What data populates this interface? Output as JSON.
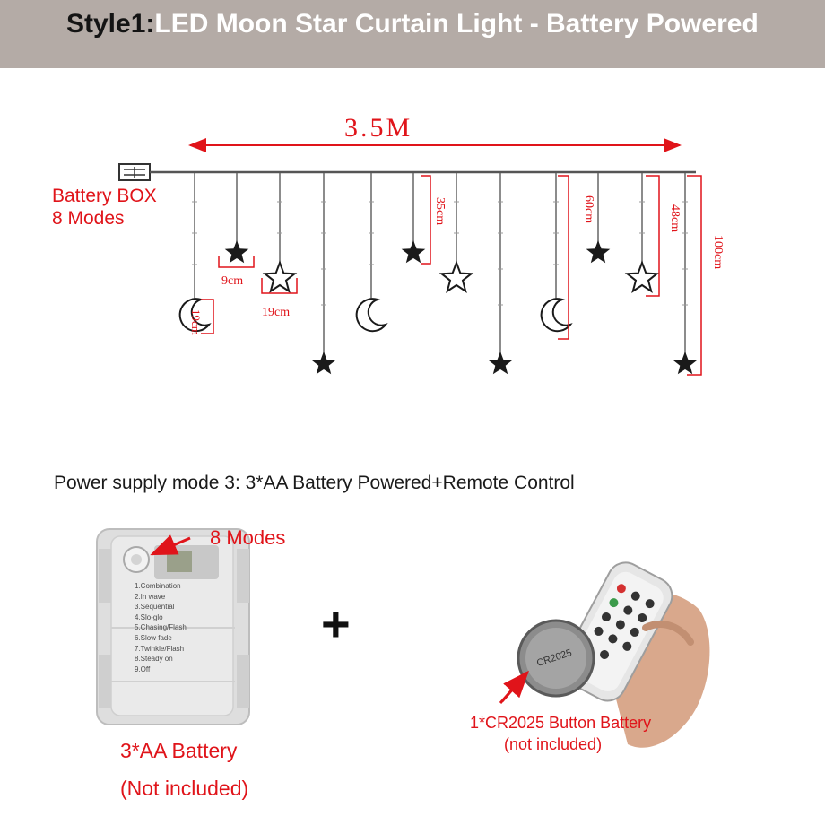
{
  "banner": {
    "prefix": "Style1:",
    "title": "LED Moon Star Curtain Light - Battery Powered"
  },
  "diagram": {
    "width_label": "3.5M",
    "battery_box_line1": "Battery BOX",
    "battery_box_line2": "8 Modes",
    "dim_9cm": "9cm",
    "dim_19cm_h": "19cm",
    "dim_19cm_v": "19cm",
    "dim_35cm": "35cm",
    "dim_60cm": "60cm",
    "dim_48cm": "48cm",
    "dim_100cm": "100cm"
  },
  "power": {
    "heading": "Power supply mode 3:  3*AA Battery Powered+Remote Control",
    "modes_label": "8 Modes",
    "box_modes": [
      "1.Combination",
      "2.In wave",
      "3.Sequential",
      "4.Slo-glo",
      "5.Chasing/Flash",
      "6.Slow fade",
      "7.Twinkle/Flash",
      "8.Steady on",
      "9.Off"
    ],
    "battery_label": "3*AA Battery",
    "battery_note": "(Not included)",
    "plus": "+",
    "coin_text": "CR2025",
    "remote_label": "1*CR2025 Button Battery",
    "remote_note": "(not included)"
  },
  "colors": {
    "banner_bg": "#b4aba6",
    "accent_red": "#e0141a",
    "line": "#555555"
  }
}
